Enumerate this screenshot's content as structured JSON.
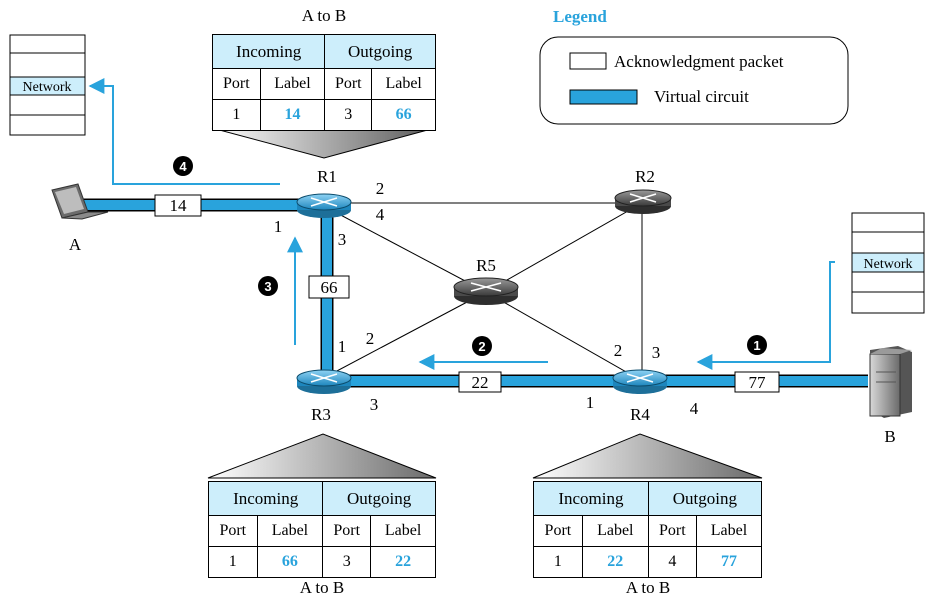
{
  "legend": {
    "title": "Legend",
    "ack_label": "Acknowledgment packet",
    "vc_label": "Virtual circuit"
  },
  "colors": {
    "circuit": "#29a3dc",
    "table_header": "#cdeefb",
    "router_blue": "#29a3dc",
    "router_gray": "#5a5a5a"
  },
  "stack_label": "Network",
  "nodes": {
    "a": "A",
    "b": "B"
  },
  "routers": {
    "r1": "R1",
    "r2": "R2",
    "r3": "R3",
    "r4": "R4",
    "r5": "R5"
  },
  "ports": {
    "r1_1": "1",
    "r1_2": "2",
    "r1_3": "3",
    "r1_4": "4",
    "r3_1": "1",
    "r3_2": "2",
    "r3_3": "3",
    "r4_1": "1",
    "r4_2": "2",
    "r4_3": "3",
    "r4_4": "4"
  },
  "packets": {
    "a_r1": "14",
    "r1_r3": "66",
    "r3_r4": "22",
    "r4_b": "77"
  },
  "steps": {
    "s1": "1",
    "s2": "2",
    "s3": "3",
    "s4": "4"
  },
  "tables": {
    "r1": {
      "caption": "A to B",
      "incoming": "Incoming",
      "outgoing": "Outgoing",
      "port": "Port",
      "label": "Label",
      "in_port": "1",
      "in_label": "14",
      "out_port": "3",
      "out_label": "66"
    },
    "r3": {
      "caption": "A to B",
      "incoming": "Incoming",
      "outgoing": "Outgoing",
      "port": "Port",
      "label": "Label",
      "in_port": "1",
      "in_label": "66",
      "out_port": "3",
      "out_label": "22"
    },
    "r4": {
      "caption": "A to B",
      "incoming": "Incoming",
      "outgoing": "Outgoing",
      "port": "Port",
      "label": "Label",
      "in_port": "1",
      "in_label": "22",
      "out_port": "4",
      "out_label": "77"
    }
  }
}
